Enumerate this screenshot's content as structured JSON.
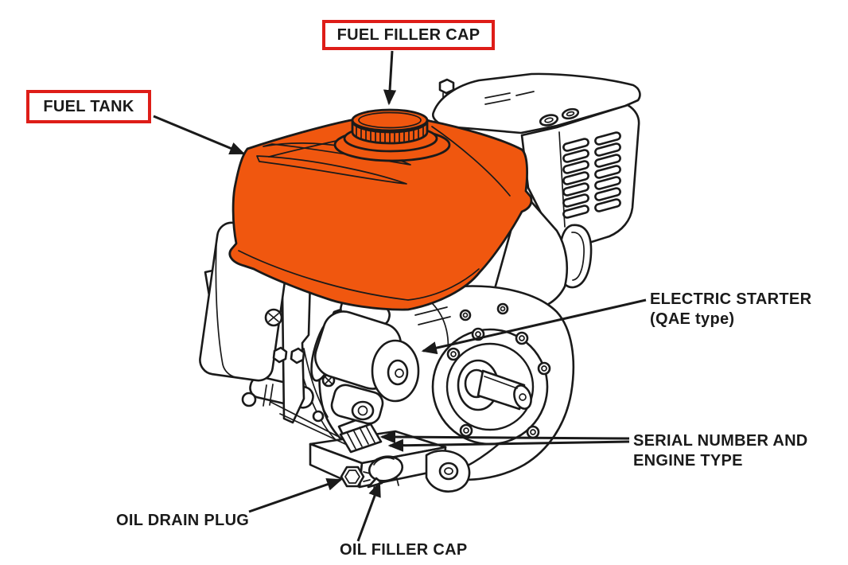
{
  "diagram": {
    "labels": {
      "fuel_filler_cap": {
        "text": "FUEL FILLER CAP",
        "boxed": true
      },
      "fuel_tank": {
        "text": "FUEL TANK",
        "boxed": true
      },
      "electric_starter": {
        "line1": "ELECTRIC STARTER",
        "line2": "(QAE type)",
        "boxed": false
      },
      "serial_number": {
        "line1": "SERIAL NUMBER AND",
        "line2": "ENGINE TYPE",
        "boxed": false
      },
      "oil_drain_plug": {
        "text": "OIL DRAIN PLUG",
        "boxed": false
      },
      "oil_filler_cap": {
        "text": "OIL FILLER CAP",
        "boxed": false
      }
    },
    "colors": {
      "highlight": "#F0570F",
      "label_box_border": "#DE1D18",
      "ink": "#1A1A1A",
      "background": "#FFFFFF"
    }
  }
}
